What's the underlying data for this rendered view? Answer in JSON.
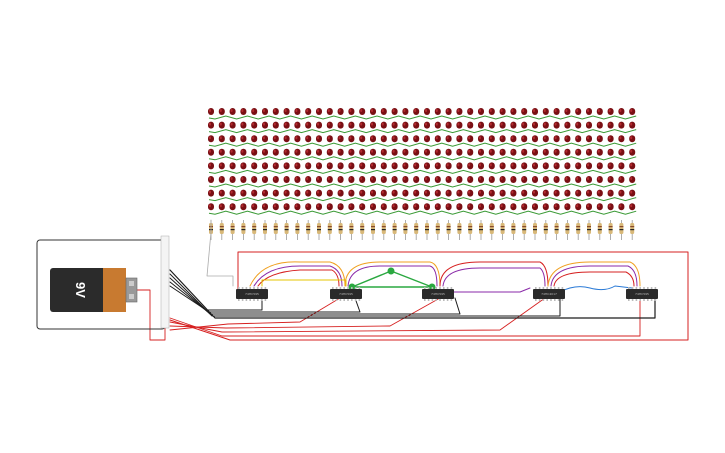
{
  "battery": {
    "label": "9V"
  },
  "chips": [
    {
      "label": "74HC595"
    },
    {
      "label": "74HC595"
    },
    {
      "label": "74HC595"
    },
    {
      "label": "74HC4017"
    },
    {
      "label": "74HC595"
    }
  ],
  "led_matrix": {
    "rows": 8,
    "columns": 40
  },
  "colors": {
    "led": "#7a0f14",
    "led_highlight": "#b22a2f",
    "led_trace": "#3a9a35",
    "wire_red": "#d62020",
    "wire_black": "#1c1c1c",
    "wire_orange": "#f0a020",
    "wire_purple": "#8a2aa8",
    "wire_yellow": "#e6c600",
    "wire_green": "#2aa840",
    "wire_blue": "#2a7ad6",
    "chip": "#2a2a2a",
    "battery_body": "#2b2b2b",
    "battery_cap": "#c87a30"
  }
}
